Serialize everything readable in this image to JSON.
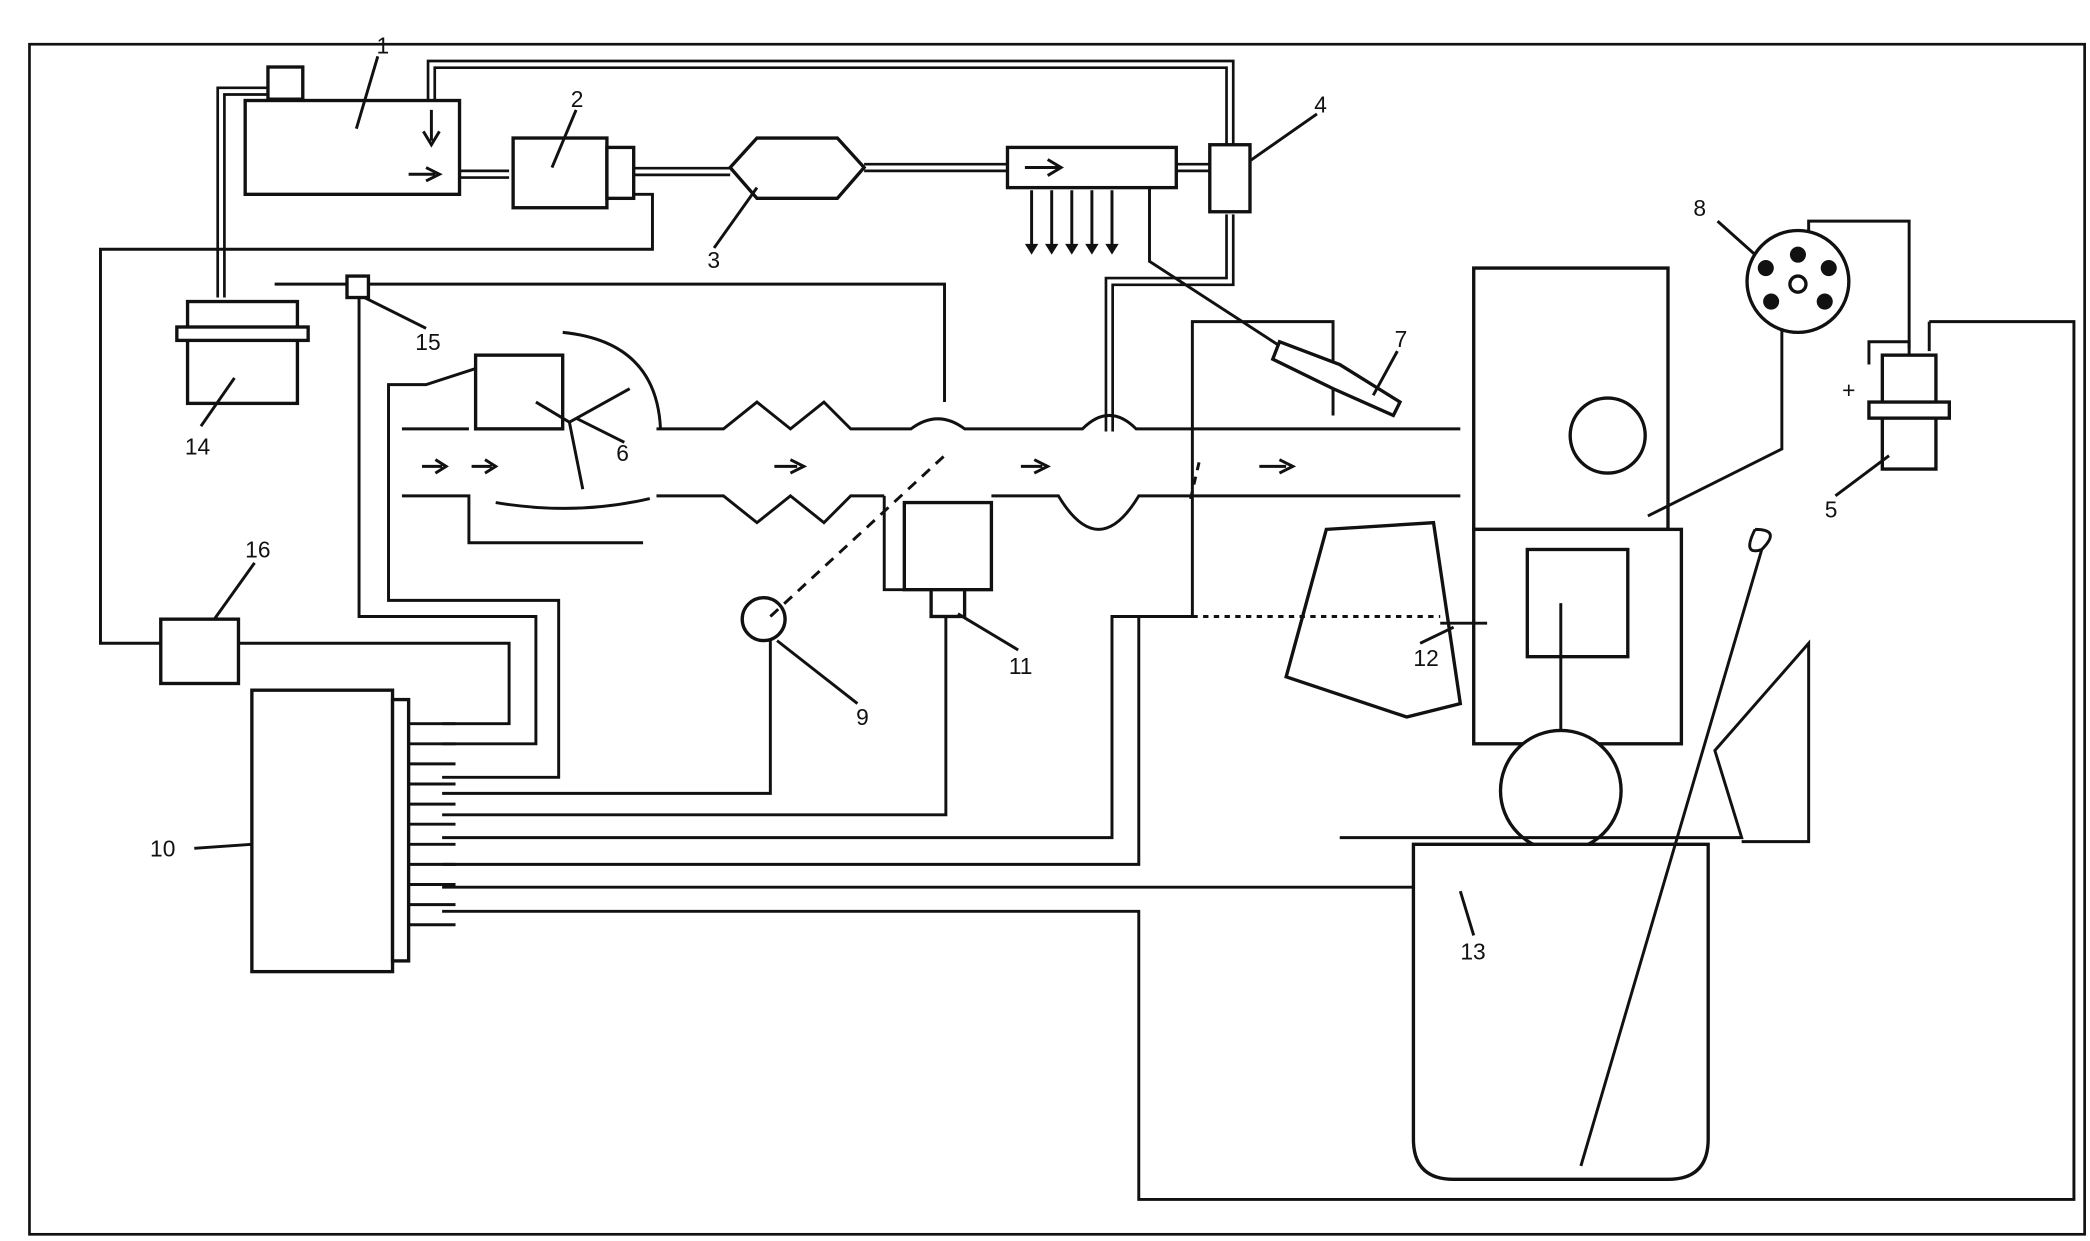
{
  "figure": {
    "labels": [
      {
        "id": "1",
        "text": "1"
      },
      {
        "id": "2",
        "text": "2"
      },
      {
        "id": "3",
        "text": "3"
      },
      {
        "id": "4",
        "text": "4"
      },
      {
        "id": "5",
        "text": "5"
      },
      {
        "id": "6",
        "text": "6"
      },
      {
        "id": "7",
        "text": "7"
      },
      {
        "id": "8",
        "text": "8"
      },
      {
        "id": "9",
        "text": "9"
      },
      {
        "id": "10",
        "text": "10"
      },
      {
        "id": "11",
        "text": "11"
      },
      {
        "id": "12",
        "text": "12"
      },
      {
        "id": "13",
        "text": "13"
      },
      {
        "id": "14",
        "text": "14"
      },
      {
        "id": "15",
        "text": "15"
      },
      {
        "id": "16",
        "text": "16"
      }
    ],
    "plus_sign": "+",
    "colors": {
      "ink": "#111111",
      "paper": "#ffffff"
    }
  }
}
